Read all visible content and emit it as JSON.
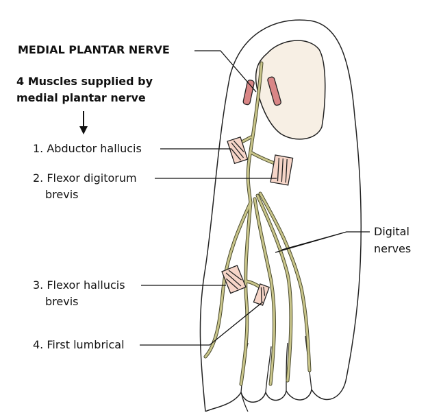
{
  "title": "MEDIAL PLANTAR NERVE",
  "subtitle_line1": "4 Muscles supplied by",
  "subtitle_line2": "medial plantar nerve",
  "muscles": [
    {
      "line1": "1. Abductor hallucis",
      "line2": ""
    },
    {
      "line1": "2. Flexor digitorum",
      "line2": "brevis"
    },
    {
      "line1": "3. Flexor hallucis",
      "line2": "brevis"
    },
    {
      "line1": "4. First lumbrical",
      "line2": ""
    }
  ],
  "digital_line1": "Digital",
  "digital_line2": "nerves",
  "colors": {
    "nerve": "#c9c58a",
    "nerve_outline": "#4a4a2e",
    "muscle_fill": "#f6d5c8",
    "muscle_small_fill": "#d98686",
    "bone_fill": "#f7efe4",
    "outline": "#222222"
  }
}
